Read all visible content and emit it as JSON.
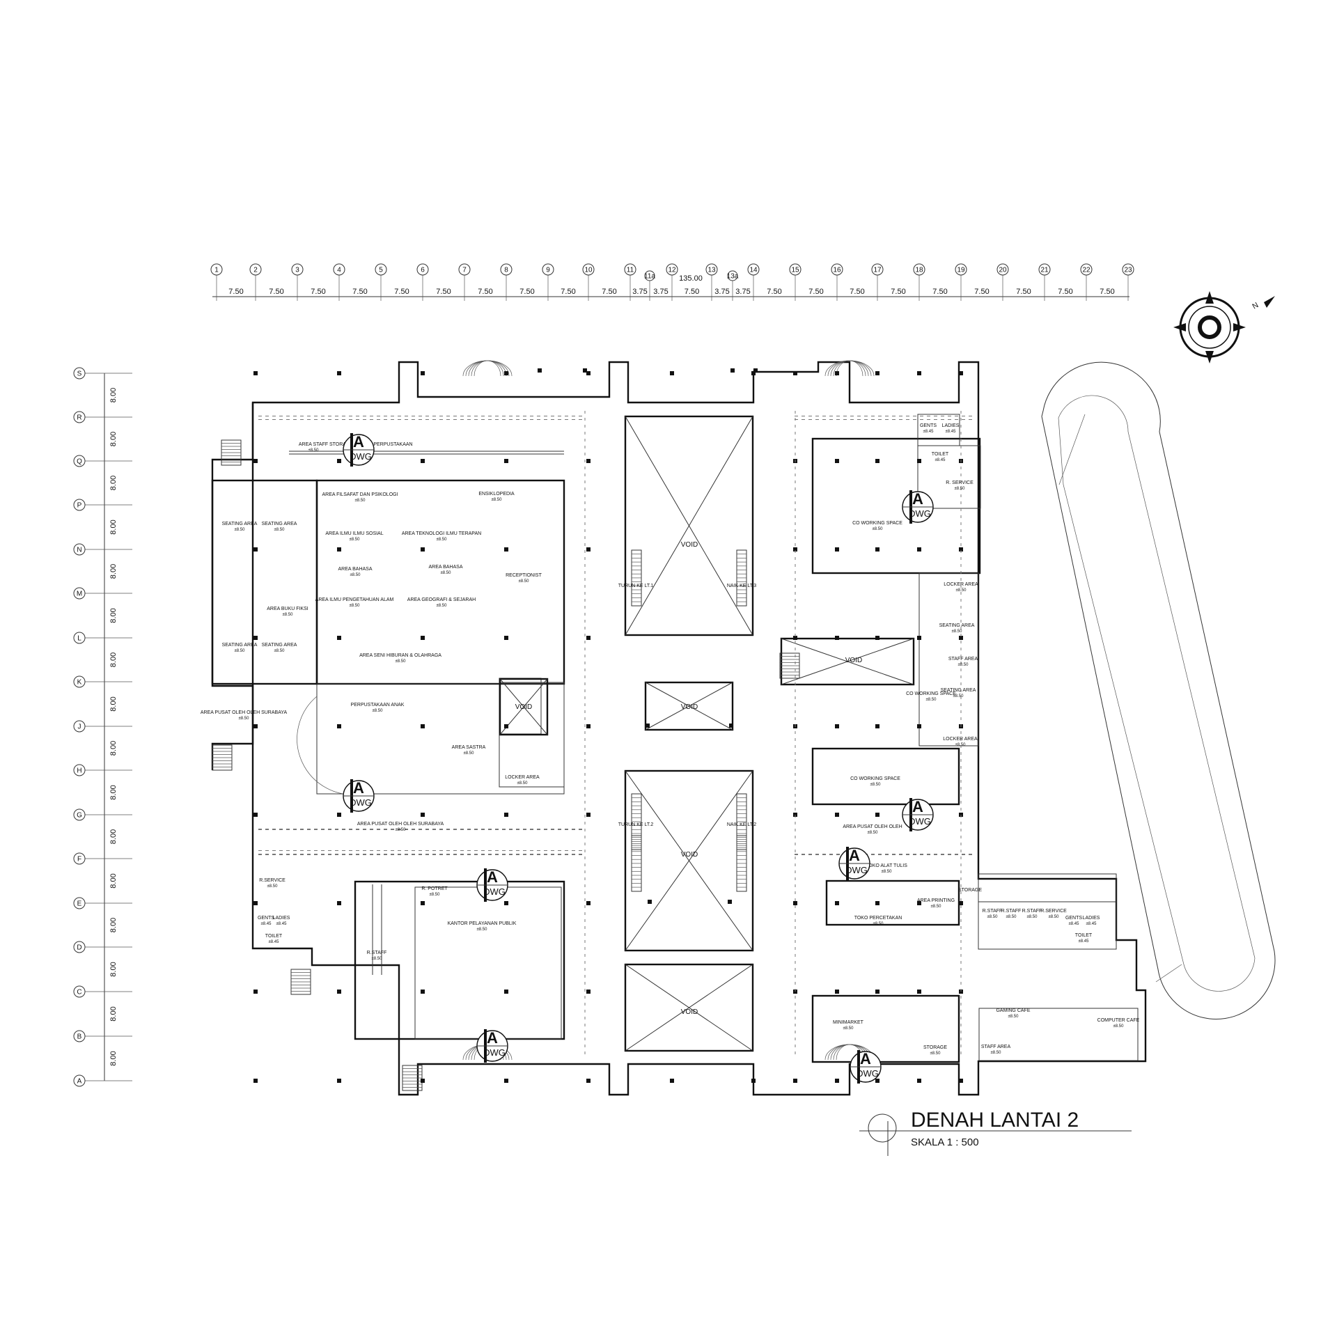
{
  "title": {
    "main": "DENAH LANTAI 2",
    "scale": "SKALA 1 : 500"
  },
  "grid": {
    "columns": [
      "1",
      "2",
      "3",
      "4",
      "5",
      "6",
      "7",
      "8",
      "9",
      "10",
      "11",
      "11a",
      "12",
      "13",
      "13a",
      "14",
      "15",
      "16",
      "17",
      "18",
      "19",
      "20",
      "21",
      "22",
      "23"
    ],
    "column_spacings": [
      "7.50",
      "7.50",
      "7.50",
      "7.50",
      "7.50",
      "7.50",
      "7.50",
      "7.50",
      "7.50",
      "7.50",
      "3.75",
      "3.75",
      "7.50",
      "3.75",
      "3.75",
      "7.50",
      "7.50",
      "7.50",
      "7.50",
      "7.50",
      "7.50",
      "7.50",
      "7.50",
      "7.50"
    ],
    "total_length": "135.00",
    "rows": [
      "S",
      "R",
      "Q",
      "P",
      "N",
      "M",
      "L",
      "K",
      "J",
      "H",
      "G",
      "F",
      "E",
      "D",
      "C",
      "B",
      "A"
    ],
    "row_spacings": [
      "8.00",
      "8.00",
      "8.00",
      "8.00",
      "8.00",
      "8.00",
      "8.00",
      "8.00",
      "8.00",
      "8.00",
      "8.00",
      "8.00",
      "8.00",
      "8.00",
      "8.00",
      "8.00"
    ]
  },
  "section_marker": {
    "letter": "A",
    "code": "DWG"
  },
  "void_label": "VOID",
  "rooms": [
    {
      "name": "AREA STAFF",
      "level": "±8.50"
    },
    {
      "name": "STORAGE",
      "level": ""
    },
    {
      "name": "R. PERPUSTAKAAN",
      "level": ""
    },
    {
      "name": "AREA FILSAFAT DAN PSIKOLOGI",
      "level": "±8.50"
    },
    {
      "name": "ENSIKLOPEDIA",
      "level": "±8.50"
    },
    {
      "name": "SEATING AREA",
      "level": "±8.50"
    },
    {
      "name": "SEATING AREA",
      "level": "±8.50"
    },
    {
      "name": "AREA ILMU ILMU SOSIAL",
      "level": "±8.50"
    },
    {
      "name": "AREA TEKNOLOGI ILMU TERAPAN",
      "level": "±8.50"
    },
    {
      "name": "AREA BAHASA",
      "level": "±8.50"
    },
    {
      "name": "AREA BAHASA",
      "level": "±8.50"
    },
    {
      "name": "AREA BUKU FIKSI",
      "level": "±8.50"
    },
    {
      "name": "AREA ILMU PENGETAHUAN ALAM",
      "level": "±8.50"
    },
    {
      "name": "AREA GEOGRAFI & SEJARAH",
      "level": "±8.50"
    },
    {
      "name": "RECEPTIONIST",
      "level": "±8.50"
    },
    {
      "name": "SEATING AREA",
      "level": "±8.50"
    },
    {
      "name": "SEATING AREA",
      "level": "±8.50"
    },
    {
      "name": "AREA SENI HIBURAN & OLAHRAGA",
      "level": "±8.50"
    },
    {
      "name": "AREA PUSAT OLEH OLEH SURABAYA",
      "level": "±8.50"
    },
    {
      "name": "PERPUSTAKAAN ANAK",
      "level": "±8.50"
    },
    {
      "name": "AREA SASTRA",
      "level": "±8.50"
    },
    {
      "name": "LOCKER AREA",
      "level": "±8.50"
    },
    {
      "name": "AREA PUSAT OLEH OLEH SURABAYA",
      "level": "±8.50"
    },
    {
      "name": "R.SERVICE",
      "level": "±8.50"
    },
    {
      "name": "GENTS",
      "level": "±8.45"
    },
    {
      "name": "LADIES",
      "level": "±8.45"
    },
    {
      "name": "TOILET",
      "level": "±8.45"
    },
    {
      "name": "R. POTRET",
      "level": "±8.50"
    },
    {
      "name": "R.STAFF",
      "level": "±8.50"
    },
    {
      "name": "KANTOR PELAYANAN PUBLIK",
      "level": "±8.50"
    },
    {
      "name": "TURUN KE LT.1",
      "level": ""
    },
    {
      "name": "NAIK KE LT.3",
      "level": ""
    },
    {
      "name": "TURUN KE LT.2",
      "level": ""
    },
    {
      "name": "NAIK KE LT.2",
      "level": ""
    },
    {
      "name": "GENTS",
      "level": "±8.45"
    },
    {
      "name": "LADIES",
      "level": "±8.45"
    },
    {
      "name": "TOILET",
      "level": "±8.45"
    },
    {
      "name": "R. SERVICE",
      "level": "±8.50"
    },
    {
      "name": "CO WORKING SPACE",
      "level": "±8.50"
    },
    {
      "name": "LOCKER AREA",
      "level": "±8.50"
    },
    {
      "name": "SEATING AREA",
      "level": "±8.50"
    },
    {
      "name": "STAFF AREA",
      "level": "±8.50"
    },
    {
      "name": "CO WORKING SPACE",
      "level": "±8.50"
    },
    {
      "name": "SEATING AREA",
      "level": "±8.50"
    },
    {
      "name": "LOCKER AREA",
      "level": "±8.50"
    },
    {
      "name": "CO WORKING SPACE",
      "level": "±8.50"
    },
    {
      "name": "AREA PUSAT OLEH OLEH",
      "level": "±8.50"
    },
    {
      "name": "TOKO ALAT TULIS",
      "level": "±8.50"
    },
    {
      "name": "AREA PRINTING",
      "level": "±8.50"
    },
    {
      "name": "TOKO PERCETAKAN",
      "level": "±8.50"
    },
    {
      "name": "STORAGE",
      "level": ""
    },
    {
      "name": "R.STAFF",
      "level": "±8.50"
    },
    {
      "name": "R.STAFF",
      "level": "±8.50"
    },
    {
      "name": "R.STAFF",
      "level": "±8.50"
    },
    {
      "name": "R.SERVICE",
      "level": "±8.50"
    },
    {
      "name": "GENTS",
      "level": "±8.45"
    },
    {
      "name": "LADIES",
      "level": "±8.45"
    },
    {
      "name": "TOILET",
      "level": "±8.45"
    },
    {
      "name": "MINIMARKET",
      "level": "±8.50"
    },
    {
      "name": "STORAGE",
      "level": "±8.50"
    },
    {
      "name": "GAMING CAFE",
      "level": "±8.50"
    },
    {
      "name": "COMPUTER CAFE",
      "level": "±8.50"
    },
    {
      "name": "STAFF AREA",
      "level": "±8.50"
    }
  ]
}
